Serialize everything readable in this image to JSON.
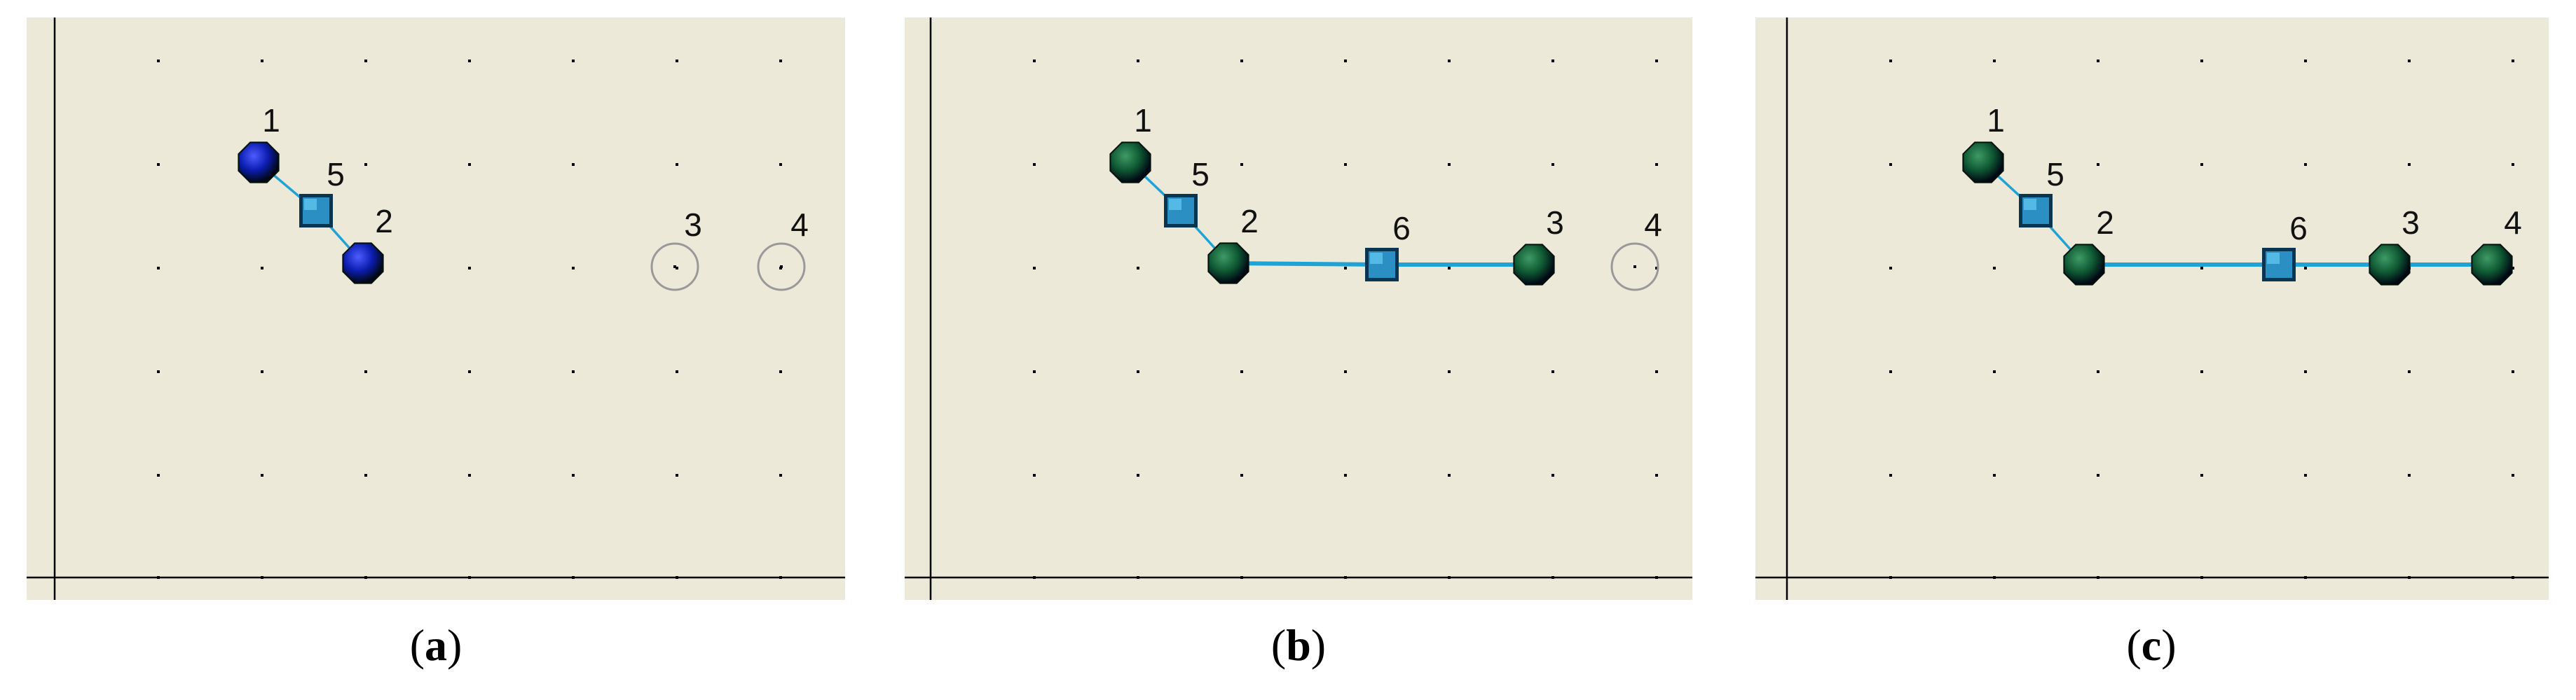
{
  "colors": {
    "panel_bg": "#ece9d8",
    "grid_dot": "#000000",
    "axis": "#000000",
    "edge": "#1fa3d6",
    "node_blue": "#0c1db0",
    "node_green": "#0f5a33",
    "square_fill": "#2b8fc4",
    "square_border": "#0a3550",
    "placeholder": "#999999"
  },
  "panels": [
    {
      "id": "a",
      "caption_open": "(",
      "caption_letter": "a",
      "caption_close": ")",
      "nodes": [
        {
          "label": "1",
          "kind": "node",
          "color": "blue"
        },
        {
          "label": "5",
          "kind": "square"
        },
        {
          "label": "2",
          "kind": "node",
          "color": "blue"
        },
        {
          "label": "3",
          "kind": "placeholder"
        },
        {
          "label": "4",
          "kind": "placeholder"
        }
      ],
      "edges": [
        [
          "1",
          "5"
        ],
        [
          "5",
          "2"
        ]
      ]
    },
    {
      "id": "b",
      "caption_open": "(",
      "caption_letter": "b",
      "caption_close": ")",
      "nodes": [
        {
          "label": "1",
          "kind": "node",
          "color": "green"
        },
        {
          "label": "5",
          "kind": "square"
        },
        {
          "label": "2",
          "kind": "node",
          "color": "green"
        },
        {
          "label": "6",
          "kind": "square"
        },
        {
          "label": "3",
          "kind": "node",
          "color": "green"
        },
        {
          "label": "4",
          "kind": "placeholder"
        }
      ],
      "edges": [
        [
          "1",
          "5"
        ],
        [
          "5",
          "2"
        ],
        [
          "2",
          "6"
        ],
        [
          "6",
          "3"
        ]
      ]
    },
    {
      "id": "c",
      "caption_open": "(",
      "caption_letter": "c",
      "caption_close": ")",
      "nodes": [
        {
          "label": "1",
          "kind": "node",
          "color": "green"
        },
        {
          "label": "5",
          "kind": "square"
        },
        {
          "label": "2",
          "kind": "node",
          "color": "green"
        },
        {
          "label": "6",
          "kind": "square"
        },
        {
          "label": "3",
          "kind": "node",
          "color": "green"
        },
        {
          "label": "4",
          "kind": "node",
          "color": "green"
        }
      ],
      "edges": [
        [
          "1",
          "5"
        ],
        [
          "5",
          "2"
        ],
        [
          "2",
          "6"
        ],
        [
          "6",
          "3"
        ],
        [
          "3",
          "4"
        ]
      ]
    }
  ]
}
